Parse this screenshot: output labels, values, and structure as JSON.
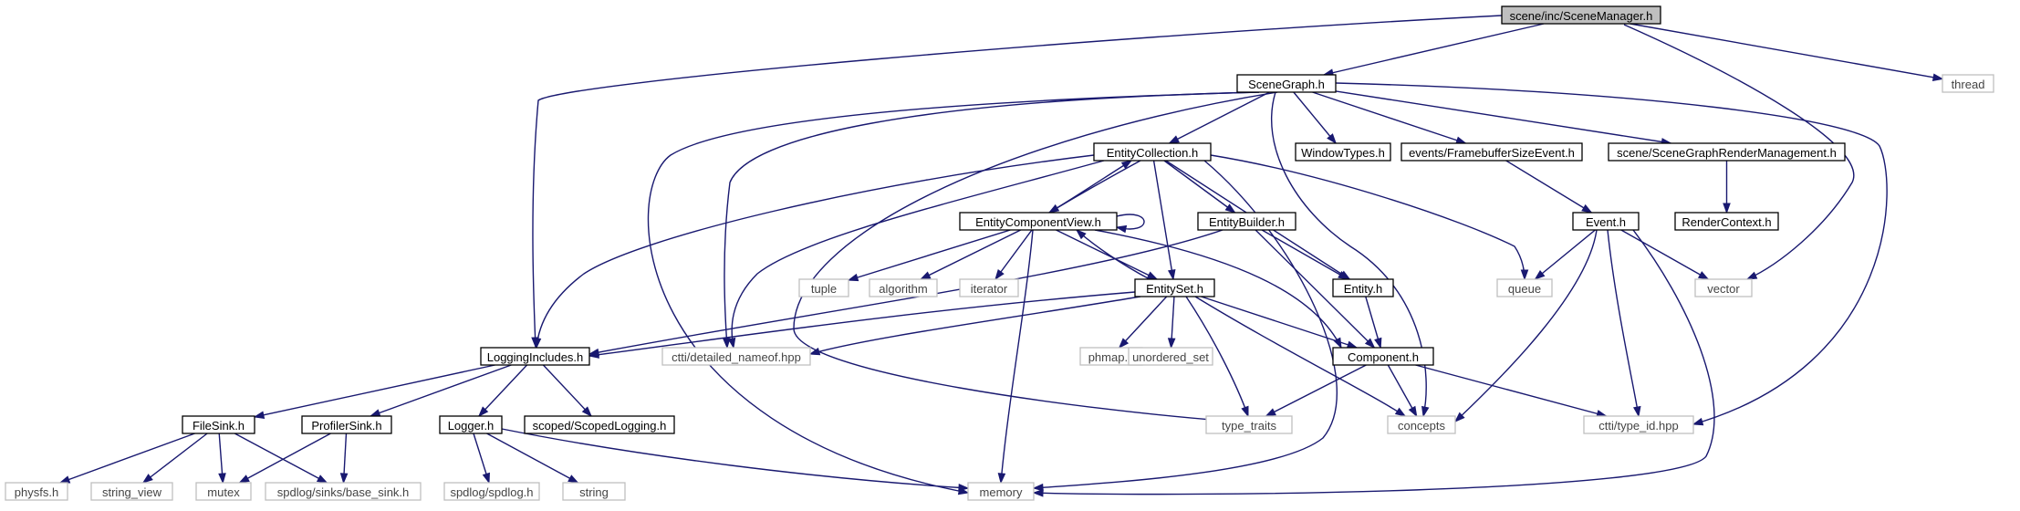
{
  "graph": {
    "nodes": [
      {
        "id": "scenemanager",
        "label": "scene/inc/SceneManager.h",
        "kind": "root"
      },
      {
        "id": "scenegraph",
        "label": "SceneGraph.h",
        "kind": "file"
      },
      {
        "id": "thread",
        "label": "thread",
        "kind": "external"
      },
      {
        "id": "entitycollection",
        "label": "EntityCollection.h",
        "kind": "file"
      },
      {
        "id": "windowtypes",
        "label": "WindowTypes.h",
        "kind": "file"
      },
      {
        "id": "framebuffer",
        "label": "events/FramebufferSizeEvent.h",
        "kind": "file"
      },
      {
        "id": "sgrm",
        "label": "scene/SceneGraphRenderManagement.h",
        "kind": "file"
      },
      {
        "id": "ecview",
        "label": "EntityComponentView.h",
        "kind": "file"
      },
      {
        "id": "entitybuilder",
        "label": "EntityBuilder.h",
        "kind": "file"
      },
      {
        "id": "event",
        "label": "Event.h",
        "kind": "file"
      },
      {
        "id": "rendercontext",
        "label": "RenderContext.h",
        "kind": "file"
      },
      {
        "id": "tuple",
        "label": "tuple",
        "kind": "external"
      },
      {
        "id": "algorithm",
        "label": "algorithm",
        "kind": "external"
      },
      {
        "id": "iterator",
        "label": "iterator",
        "kind": "external"
      },
      {
        "id": "entityset",
        "label": "EntitySet.h",
        "kind": "file"
      },
      {
        "id": "entity",
        "label": "Entity.h",
        "kind": "file"
      },
      {
        "id": "queue",
        "label": "queue",
        "kind": "external"
      },
      {
        "id": "vector",
        "label": "vector",
        "kind": "external"
      },
      {
        "id": "logging",
        "label": "LoggingIncludes.h",
        "kind": "file"
      },
      {
        "id": "ctti_nameof",
        "label": "ctti/detailed_nameof.hpp",
        "kind": "external"
      },
      {
        "id": "phmap",
        "label": "phmap.h",
        "kind": "external"
      },
      {
        "id": "unordered_set",
        "label": "unordered_set",
        "kind": "external"
      },
      {
        "id": "component",
        "label": "Component.h",
        "kind": "file"
      },
      {
        "id": "filesink",
        "label": "FileSink.h",
        "kind": "file"
      },
      {
        "id": "profilersink",
        "label": "ProfilerSink.h",
        "kind": "file"
      },
      {
        "id": "logger",
        "label": "Logger.h",
        "kind": "file"
      },
      {
        "id": "scopedlogging",
        "label": "scoped/ScopedLogging.h",
        "kind": "file"
      },
      {
        "id": "type_traits",
        "label": "type_traits",
        "kind": "external"
      },
      {
        "id": "concepts",
        "label": "concepts",
        "kind": "external"
      },
      {
        "id": "ctti_typeid",
        "label": "ctti/type_id.hpp",
        "kind": "external"
      },
      {
        "id": "physfs",
        "label": "physfs.h",
        "kind": "external"
      },
      {
        "id": "string_view",
        "label": "string_view",
        "kind": "external"
      },
      {
        "id": "mutex",
        "label": "mutex",
        "kind": "external"
      },
      {
        "id": "base_sink",
        "label": "spdlog/sinks/base_sink.h",
        "kind": "external"
      },
      {
        "id": "spdlog",
        "label": "spdlog/spdlog.h",
        "kind": "external"
      },
      {
        "id": "string",
        "label": "string",
        "kind": "external"
      },
      {
        "id": "memory",
        "label": "memory",
        "kind": "external"
      }
    ],
    "edges": [
      [
        "scenemanager",
        "scenegraph"
      ],
      [
        "scenemanager",
        "thread"
      ],
      [
        "scenemanager",
        "logging"
      ],
      [
        "scenemanager",
        "vector"
      ],
      [
        "scenegraph",
        "entitycollection"
      ],
      [
        "scenegraph",
        "windowtypes"
      ],
      [
        "scenegraph",
        "framebuffer"
      ],
      [
        "scenegraph",
        "sgrm"
      ],
      [
        "scenegraph",
        "memory"
      ],
      [
        "scenegraph",
        "ctti_nameof"
      ],
      [
        "scenegraph",
        "type_traits"
      ],
      [
        "scenegraph",
        "concepts"
      ],
      [
        "scenegraph",
        "ctti_typeid"
      ],
      [
        "entitycollection",
        "ecview"
      ],
      [
        "entitycollection",
        "entitybuilder"
      ],
      [
        "entitycollection",
        "entityset"
      ],
      [
        "entitycollection",
        "entity"
      ],
      [
        "entitycollection",
        "logging"
      ],
      [
        "entitycollection",
        "ctti_nameof"
      ],
      [
        "entitycollection",
        "queue"
      ],
      [
        "entitycollection",
        "memory"
      ],
      [
        "ecview",
        "entitycollection"
      ],
      [
        "ecview",
        "ecview"
      ],
      [
        "ecview",
        "tuple"
      ],
      [
        "ecview",
        "algorithm"
      ],
      [
        "ecview",
        "iterator"
      ],
      [
        "ecview",
        "entityset"
      ],
      [
        "ecview",
        "component"
      ],
      [
        "ecview",
        "memory"
      ],
      [
        "entitybuilder",
        "entity"
      ],
      [
        "entitybuilder",
        "component"
      ],
      [
        "entitybuilder",
        "logging"
      ],
      [
        "entityset",
        "ecview"
      ],
      [
        "entityset",
        "logging"
      ],
      [
        "entityset",
        "ctti_nameof"
      ],
      [
        "entityset",
        "phmap"
      ],
      [
        "entityset",
        "unordered_set"
      ],
      [
        "entityset",
        "component"
      ],
      [
        "entityset",
        "type_traits"
      ],
      [
        "entityset",
        "concepts"
      ],
      [
        "entity",
        "component"
      ],
      [
        "framebuffer",
        "event"
      ],
      [
        "sgrm",
        "rendercontext"
      ],
      [
        "event",
        "queue"
      ],
      [
        "event",
        "vector"
      ],
      [
        "event",
        "concepts"
      ],
      [
        "event",
        "ctti_typeid"
      ],
      [
        "event",
        "memory"
      ],
      [
        "component",
        "type_traits"
      ],
      [
        "component",
        "concepts"
      ],
      [
        "component",
        "ctti_typeid"
      ],
      [
        "logging",
        "filesink"
      ],
      [
        "logging",
        "profilersink"
      ],
      [
        "logging",
        "logger"
      ],
      [
        "logging",
        "scopedlogging"
      ],
      [
        "filesink",
        "physfs"
      ],
      [
        "filesink",
        "string_view"
      ],
      [
        "filesink",
        "mutex"
      ],
      [
        "filesink",
        "base_sink"
      ],
      [
        "profilersink",
        "mutex"
      ],
      [
        "profilersink",
        "base_sink"
      ],
      [
        "logger",
        "spdlog"
      ],
      [
        "logger",
        "string"
      ],
      [
        "logger",
        "memory"
      ]
    ]
  },
  "colors": {
    "edge": "#191970",
    "file_border": "#000000",
    "external_border": "#bfbfbf",
    "root_fill": "#bfbfbf",
    "file_fill": "#ffffff",
    "text": "#000000",
    "external_text": "#444444"
  }
}
